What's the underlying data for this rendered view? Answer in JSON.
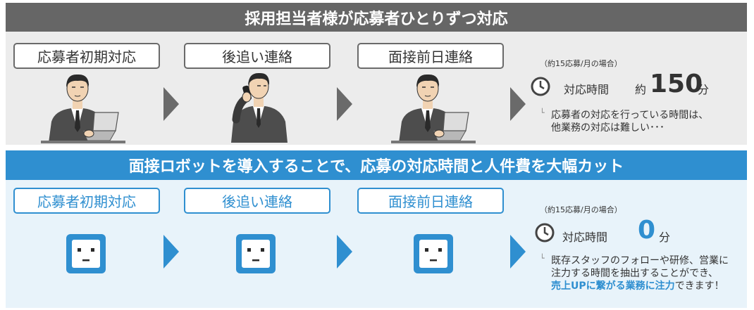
{
  "top": {
    "banner": "採用担当者様が応募者ひとりずつ対応",
    "steps": [
      "応募者初期対応",
      "後追い連絡",
      "面接前日連絡"
    ],
    "icons": [
      "businessman-laptop-icon",
      "businessman-phone-icon",
      "businessman-laptop-icon"
    ],
    "note": "（約15応募/月の場合）",
    "time_label": "対応時間",
    "approx": "約",
    "value": "150",
    "unit": "分",
    "desc": [
      "応募者の対応を行っている時間は、",
      "他業務の対応は難しい･･･"
    ]
  },
  "bottom": {
    "banner": "面接ロボットを導入することで、応募の対応時間と人件費を大幅カット",
    "steps": [
      "応募者初期対応",
      "後追い連絡",
      "面接前日連絡"
    ],
    "icons": [
      "robot-face-icon",
      "robot-face-icon",
      "robot-face-icon"
    ],
    "note": "（約15応募/月の場合）",
    "time_label": "対応時間",
    "value": "0",
    "unit": "分",
    "desc_line1": "既存スタッフのフォローや研修、営業に",
    "desc_line2": "注力する時間を抽出することができ、",
    "desc_line3_highlight": "売上UPに繋がる業務に注力",
    "desc_line3_rest": "できます！"
  },
  "colors": {
    "gray": "#666666",
    "blue": "#2f8fd0",
    "top_bg": "#ececec",
    "bottom_bg": "#e8f3fa"
  }
}
